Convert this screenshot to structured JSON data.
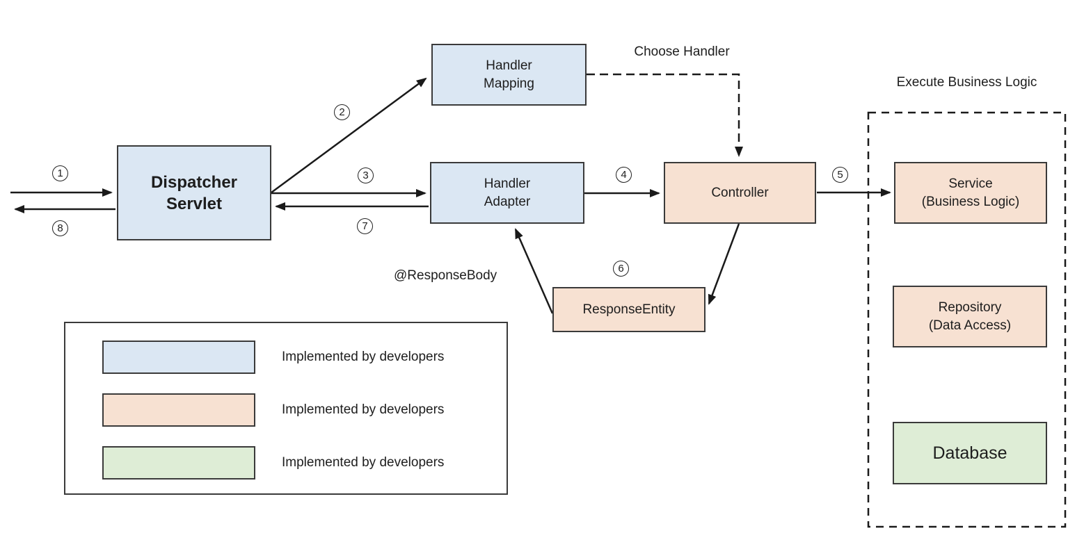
{
  "diagram": {
    "nodes": {
      "dispatcher_servlet": {
        "line1": "Dispatcher",
        "line2": "Servlet"
      },
      "handler_mapping": {
        "line1": "Handler",
        "line2": "Mapping"
      },
      "handler_adapter": {
        "line1": "Handler",
        "line2": "Adapter"
      },
      "controller": {
        "label": "Controller"
      },
      "response_entity": {
        "label": "ResponseEntity"
      },
      "service": {
        "line1": "Service",
        "line2": "(Business Logic)"
      },
      "repository": {
        "line1": "Repository",
        "line2": "(Data Access)"
      },
      "database": {
        "label": "Database"
      }
    },
    "annotations": {
      "choose_handler": "Choose Handler",
      "response_body": "@ResponseBody",
      "execute_business_logic": "Execute Business Logic"
    },
    "steps": {
      "s1": "1",
      "s2": "2",
      "s3": "3",
      "s4": "4",
      "s5": "5",
      "s6": "6",
      "s7": "7",
      "s8": "8"
    },
    "colors": {
      "node_blue": "#dbe7f3",
      "node_peach": "#f7e1d2",
      "node_green": "#deedd6",
      "node_border": "#3a3a3a",
      "arrow": "#1a1a1a"
    }
  },
  "legend": {
    "items": [
      {
        "color": "#dbe7f3",
        "label": "Implemented by developers"
      },
      {
        "color": "#f7e1d2",
        "label": "Implemented by developers"
      },
      {
        "color": "#deedd6",
        "label": "Implemented by developers"
      }
    ]
  }
}
